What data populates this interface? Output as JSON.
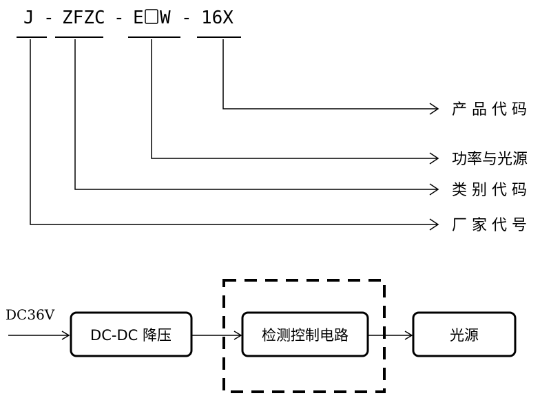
{
  "model_code": {
    "parts": [
      "J",
      "ZFZC",
      "E",
      "W",
      "16X"
    ],
    "separator": "-"
  },
  "code_labels": [
    {
      "key": "product",
      "text": "产 品 代 码"
    },
    {
      "key": "power",
      "text": "功率与光源"
    },
    {
      "key": "category",
      "text": "类 别 代 码"
    },
    {
      "key": "manufacturer",
      "text": "厂 家 代 号"
    }
  ],
  "flow": {
    "input_label": "DC36V",
    "boxes": [
      {
        "key": "dcdc",
        "text": "DC-DC 降压"
      },
      {
        "key": "control",
        "text": "检测控制电路"
      },
      {
        "key": "light",
        "text": "光源"
      }
    ]
  }
}
